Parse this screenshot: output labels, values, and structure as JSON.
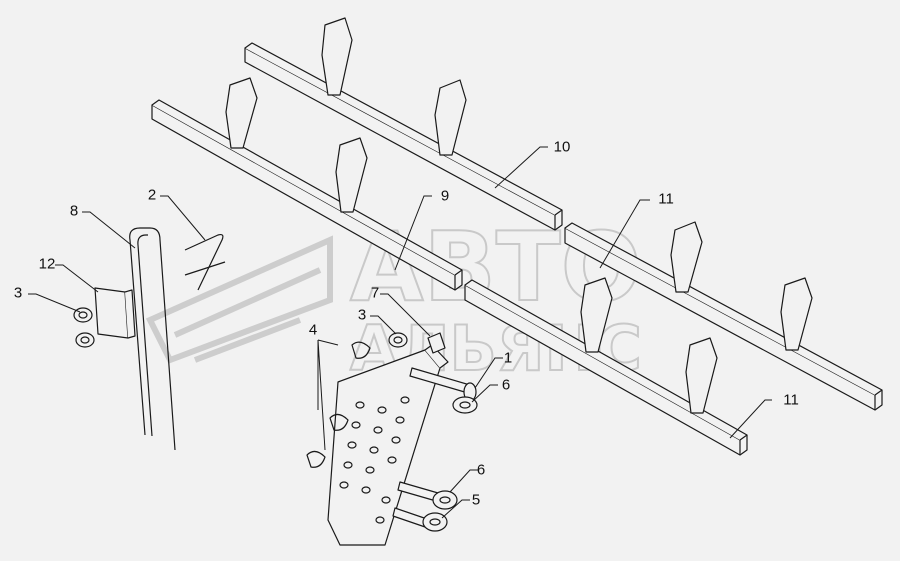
{
  "colors": {
    "background": "#f2f2f2",
    "line": "#1a1a1a",
    "watermark": "#b8b8b8"
  },
  "watermark": {
    "line1": "АВТО",
    "line2": "АЛЬЯНС"
  },
  "callouts": [
    {
      "id": "1",
      "label": "1"
    },
    {
      "id": "2",
      "label": "2"
    },
    {
      "id": "3a",
      "label": "3"
    },
    {
      "id": "3b",
      "label": "3"
    },
    {
      "id": "4",
      "label": "4"
    },
    {
      "id": "5",
      "label": "5"
    },
    {
      "id": "6a",
      "label": "6"
    },
    {
      "id": "6b",
      "label": "6"
    },
    {
      "id": "7",
      "label": "7"
    },
    {
      "id": "8",
      "label": "8"
    },
    {
      "id": "9",
      "label": "9"
    },
    {
      "id": "10",
      "label": "10"
    },
    {
      "id": "11a",
      "label": "11"
    },
    {
      "id": "11b",
      "label": "11"
    },
    {
      "id": "12",
      "label": "12"
    }
  ]
}
